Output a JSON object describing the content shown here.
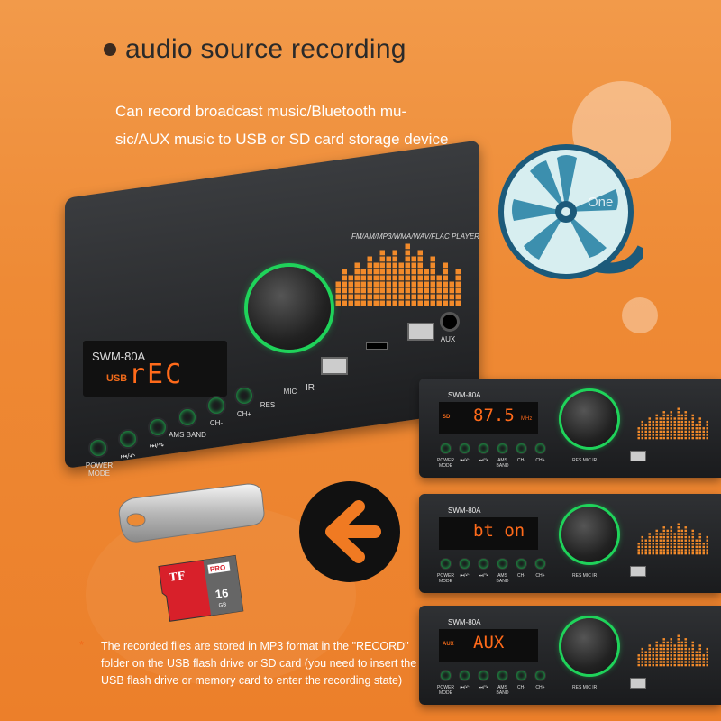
{
  "heading": {
    "title": "audio source recording",
    "description": "Can record broadcast music/Bluetooth mu-sic/AUX music to USB or SD card storage device",
    "description_line1": "Can record broadcast music/Bluetooth mu-",
    "description_line2": "sic/AUX music to USB or SD card storage device"
  },
  "reel": {
    "label": "One"
  },
  "main_radio": {
    "feature_label": "FM/AM/MP3/WMA/WAV/FLAC PLAYER",
    "model": "SWM-80A",
    "source_tag": "USB",
    "display_text": "rEC",
    "buttons": [
      {
        "label": "POWER MODE"
      },
      {
        "label": "⏮/↶"
      },
      {
        "label": "⏭/↷"
      },
      {
        "label": "AMS BAND"
      },
      {
        "label": "CH-"
      },
      {
        "label": "CH+"
      }
    ],
    "res_label": "RES",
    "mic_label": "MIC",
    "ir_label": "IR",
    "aux_label": "AUX",
    "eq_levels": [
      0.4,
      0.55,
      0.5,
      0.7,
      0.6,
      0.8,
      0.65,
      0.9,
      0.75,
      0.85,
      0.7,
      0.95,
      0.8,
      0.9,
      0.6,
      0.75,
      0.5,
      0.65,
      0.4,
      0.55
    ]
  },
  "mini_radios": [
    {
      "model": "SWM-80A",
      "tag": "SD",
      "display_text": "87.5",
      "unit": "MHz"
    },
    {
      "model": "SWM-80A",
      "tag": "",
      "display_text": "bt on",
      "unit": ""
    },
    {
      "model": "SWM-80A",
      "tag": "AUX",
      "display_text": "AUX",
      "unit": ""
    }
  ],
  "mini_labels": [
    "POWER MODE",
    "⏮/↶",
    "⏭/↷",
    "AMS BAND",
    "CH-",
    "CH+"
  ],
  "mini_misc": "RES   MIC   IR",
  "sd_card": {
    "brand": "TF",
    "badge": "PRO",
    "capacity": "16",
    "unit": "GB"
  },
  "note": {
    "star": "*",
    "text": "The recorded files are stored in MP3 format in the \"RECORD\" folder on the USB flash drive or SD card (you need to insert the USB flash drive or memory card to enter the recording state)"
  },
  "colors": {
    "accent": "#f06a1a",
    "glow": "#1fd35a",
    "background": "#ee8a35"
  }
}
